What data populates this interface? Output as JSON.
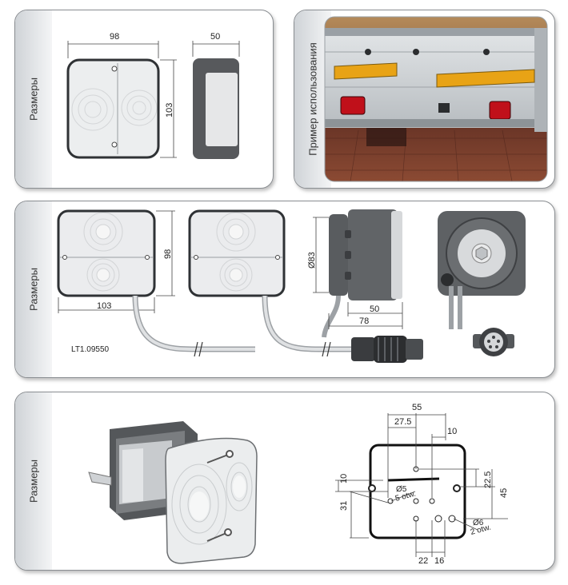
{
  "panel1": {
    "side_label": "Размеры",
    "width_dim": "98",
    "height_dim": "103",
    "depth_dim": "50"
  },
  "panel_photo": {
    "side_label": "Пример использования"
  },
  "panel2": {
    "side_label": "Размеры",
    "height_dim": "98",
    "width_dim": "103",
    "diameter_dim": "Ø83",
    "depth_dim": "50",
    "total_depth_dim": "78",
    "product_code": "LT1.09550"
  },
  "panel3": {
    "side_label": "Размеры",
    "dim_55": "55",
    "dim_27_5": "27.5",
    "dim_10_top": "10",
    "dim_10_left": "10",
    "dim_31": "31",
    "dim_22_5": "22.5",
    "dim_45": "45",
    "dim_22": "22",
    "dim_16": "16",
    "hole_small": "Ø5",
    "hole_small_count": "5 otw.",
    "hole_large": "Ø6",
    "hole_large_count": "2 otw."
  },
  "colors": {
    "frame": "#8a8e92",
    "lamp_lens": "#ecedee",
    "housing": "#5a5d60",
    "trailer_metal": "#c9cdd0",
    "tail_light_red": "#c0101a",
    "reflector_amber": "#e8a316",
    "pavement": "#7a3a2a"
  }
}
